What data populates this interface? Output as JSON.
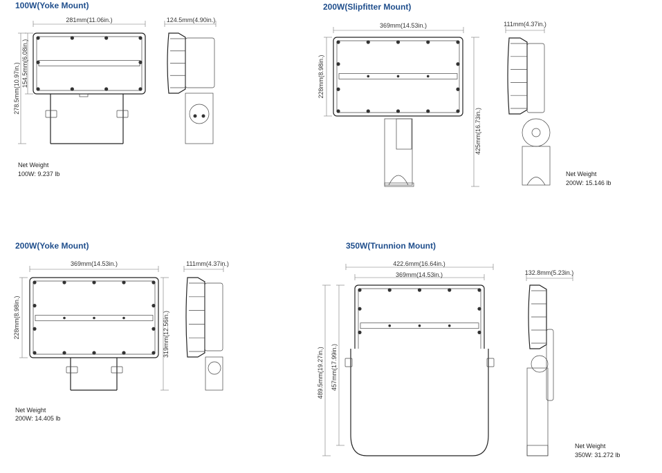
{
  "panels": [
    {
      "title": "100W(Yoke Mount)",
      "width": "281mm(11.06in.)",
      "height_total": "278.5mm(10.97in.)",
      "height_body": "154.5mm(6.08in.)",
      "depth": "124.5mm(4.90in.)",
      "weight_label": "Net Weight",
      "weight": "100W: 9.237 lb"
    },
    {
      "title": "200W(Slipfitter Mount)",
      "width": "369mm(14.53in.)",
      "height_body": "228mm(8.98in.)",
      "height_total": "425mm(16.73in.)",
      "depth": "111mm(4.37in.)",
      "weight_label": "Net Weight",
      "weight": "200W: 15.146 lb"
    },
    {
      "title": "200W(Yoke Mount)",
      "width": "369mm(14.53in.)",
      "height_body": "228mm(8.98in.)",
      "height_total": "319mm(12.56in.)",
      "depth": "111mm(4.37in.)",
      "weight_label": "Net Weight",
      "weight": "200W: 14.405 lb"
    },
    {
      "title": "350W(Trunnion Mount)",
      "width_total": "422.6mm(16.64in.)",
      "width": "369mm(14.53in.)",
      "height_total": "489.5mm(19.27in.)",
      "height_body": "457mm(17.99in.)",
      "depth": "132.8mm(5.23in.)",
      "weight_label": "Net Weight",
      "weight": "350W: 31.272 lb"
    }
  ]
}
